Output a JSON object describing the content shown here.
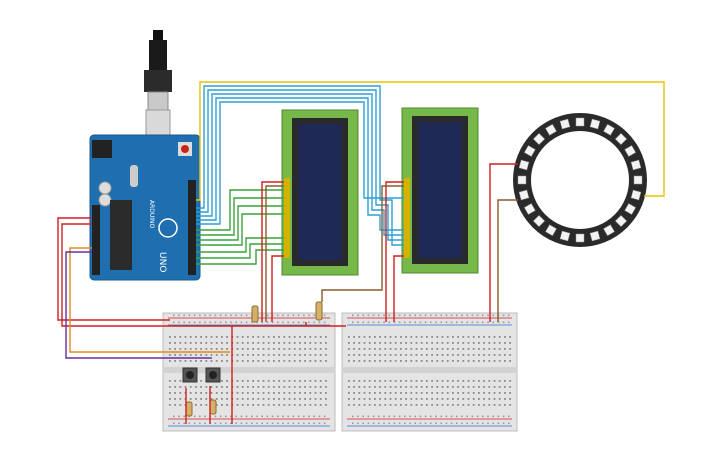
{
  "canvas": {
    "background": "#ffffff"
  },
  "arduino": {
    "model_label": "UNO",
    "brand_label": "ARDUINO",
    "board_color": "#1f6fb0",
    "header_color": "#222222"
  },
  "lcds": [
    {
      "name": "lcd-display-1",
      "pcb_color": "#76b84a",
      "screen_color": "#1e2a55"
    },
    {
      "name": "lcd-display-2",
      "pcb_color": "#76b84a",
      "screen_color": "#1e2a55"
    }
  ],
  "neopixel_ring": {
    "led_count": 24,
    "ring_color": "#2a2a2a",
    "led_color": "#f3f3f3"
  },
  "breadboards": [
    {
      "name": "breadboard-left"
    },
    {
      "name": "breadboard-right"
    }
  ],
  "pushbuttons": [
    {
      "name": "pushbutton-1"
    },
    {
      "name": "pushbutton-2"
    }
  ],
  "wire_colors": {
    "blue": "#2a9fd6",
    "green": "#3aa23a",
    "red": "#d11f1f",
    "yellow": "#e8c200",
    "orange": "#e08a1e",
    "purple": "#6a2ea0",
    "brown": "#8b5a2b"
  }
}
